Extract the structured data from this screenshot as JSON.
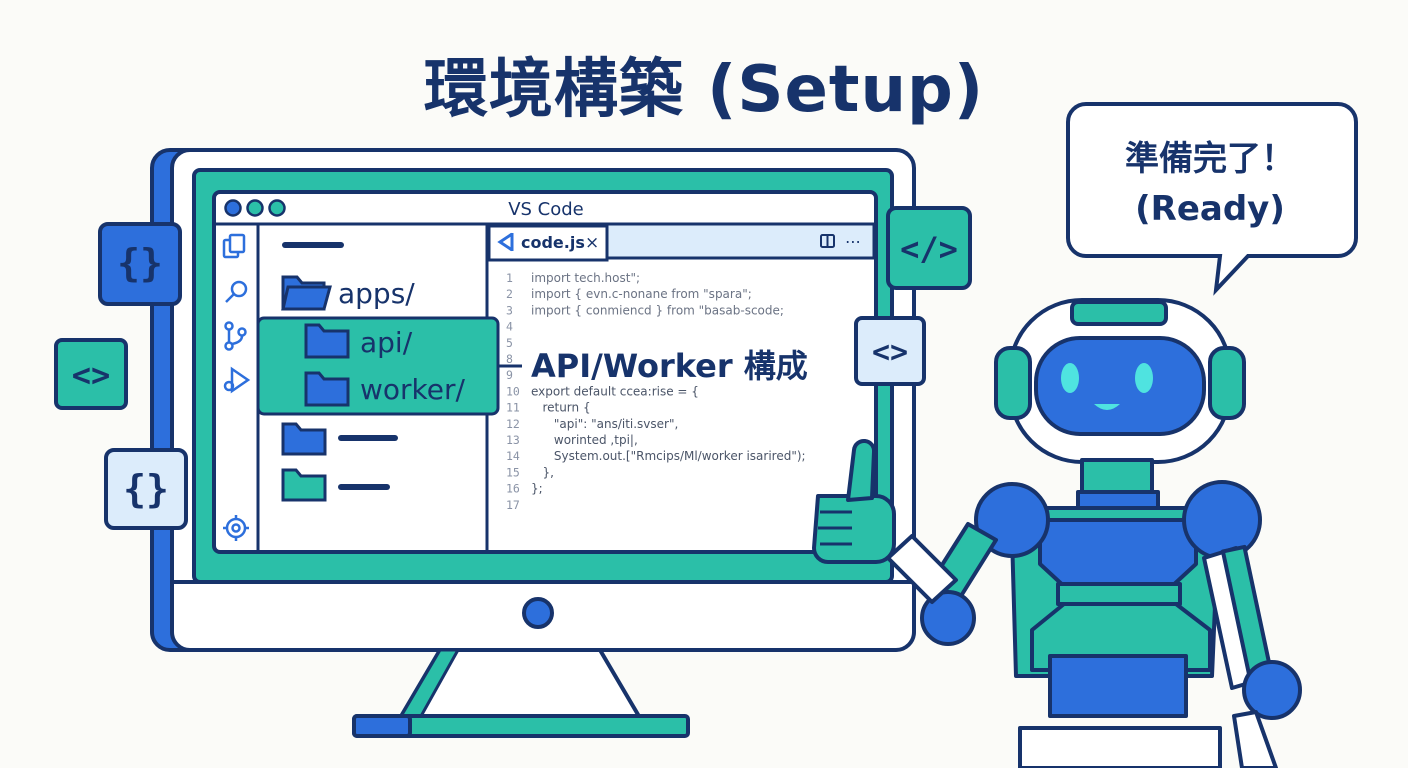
{
  "title": "環境構築 (Setup)",
  "editor": {
    "window_title": "VS Code",
    "tab": {
      "label": "code.js",
      "close": "×"
    },
    "tab_actions": {
      "split": "split-editor-icon",
      "more": "⋯"
    },
    "explorer": {
      "folders": [
        {
          "label": "apps/"
        },
        {
          "label": "api/"
        },
        {
          "label": "worker/"
        }
      ]
    },
    "code_lines": [
      {
        "n": "1",
        "text": "import tech.host\";"
      },
      {
        "n": "2",
        "text": "import { evn.c-nonane from \"spara\";"
      },
      {
        "n": "3",
        "text": "import { conmiencd } from \"basab-scode;"
      },
      {
        "n": "4",
        "text": ""
      },
      {
        "n": "5",
        "text": ""
      },
      {
        "n": "8",
        "text": ""
      },
      {
        "n": "9",
        "text": ""
      },
      {
        "n": "10",
        "text": "export default ccea:rise = {"
      },
      {
        "n": "11",
        "text": "   return {"
      },
      {
        "n": "12",
        "text": "      \"api\": \"ans/iti.svser\","
      },
      {
        "n": "13",
        "text": "      worinted ,tpi|,"
      },
      {
        "n": "14",
        "text": "      System.out.[\"Rmcips/Ml/worker isarired\");"
      },
      {
        "n": "15",
        "text": "   },"
      },
      {
        "n": "16",
        "text": "};"
      },
      {
        "n": "17",
        "text": ""
      }
    ]
  },
  "annotation": "API/Worker 構成",
  "speech_bubble": {
    "line1": "準備完了！",
    "line2": "(Ready)"
  },
  "floating_badges": {
    "left_top": "{}",
    "left_mid": "<>",
    "left_bottom": "{}",
    "right_top": "</>",
    "right_mid": "<>"
  },
  "colors": {
    "navy": "#17336b",
    "blue": "#2d6fdc",
    "teal": "#2bbfa8",
    "light_blue": "#dcecfb",
    "background": "#fbfbf8"
  }
}
